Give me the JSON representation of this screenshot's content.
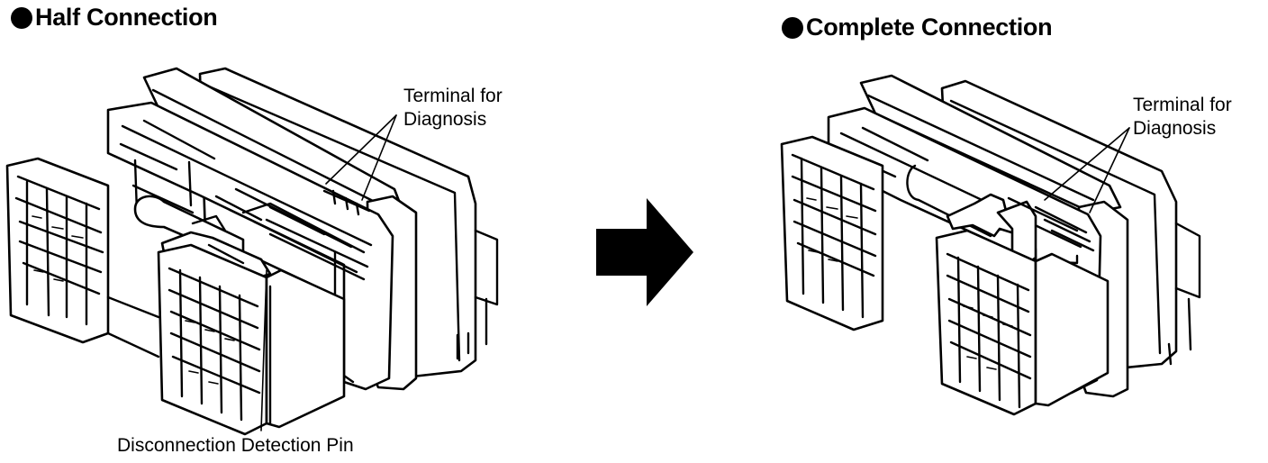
{
  "left_panel": {
    "title": "Half Connection",
    "terminal_label_line1": "Terminal for",
    "terminal_label_line2": "Diagnosis",
    "pin_label": "Disconnection Detection Pin"
  },
  "right_panel": {
    "title": "Complete Connection",
    "terminal_label_line1": "Terminal for",
    "terminal_label_line2": "Diagnosis"
  },
  "icons": {
    "bullet": "filled-circle-icon",
    "transition": "right-arrow-icon"
  },
  "colors": {
    "ink": "#000000",
    "paper": "#ffffff"
  }
}
